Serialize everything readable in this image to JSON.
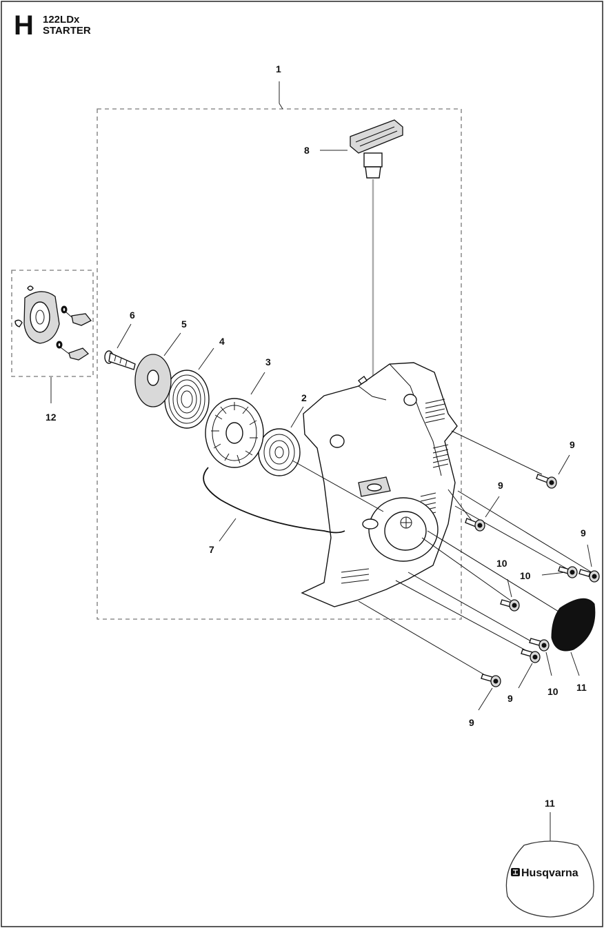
{
  "header": {
    "section_letter": "H",
    "model": "122LDx",
    "title": "STARTER"
  },
  "callouts": {
    "c1": "1",
    "c2": "2",
    "c3": "3",
    "c4": "4",
    "c5": "5",
    "c6": "6",
    "c7": "7",
    "c8": "8",
    "c9": "9",
    "c10": "10",
    "c11": "11",
    "c12": "12"
  },
  "decal": {
    "callout": "11",
    "brand": "Husqvarna"
  }
}
